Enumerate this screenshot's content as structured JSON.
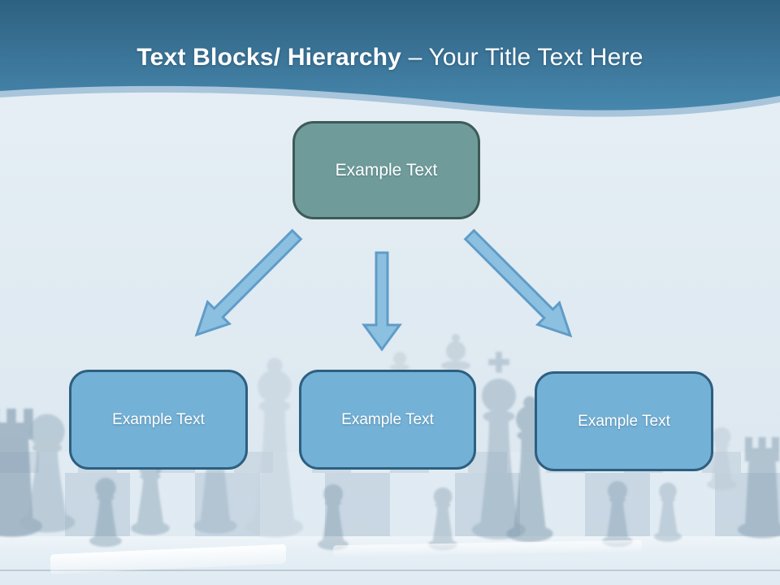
{
  "title": {
    "bold": "Text Blocks/ Hierarchy",
    "regular": "– Your Title Text Here"
  },
  "diagram": {
    "root": {
      "label": "Example Text"
    },
    "children": [
      {
        "label": "Example Text"
      },
      {
        "label": "Example Text"
      },
      {
        "label": "Example Text"
      }
    ]
  },
  "colors": {
    "header-top": "#2e6181",
    "header-bottom": "#4787ad",
    "wave-underlay": "#9dbdd6",
    "body-top": "#e7f0f6",
    "body-bottom": "#dbe6ef",
    "root-fill": "#6f9c9a",
    "root-border": "#3d5a57",
    "child-fill": "#74b1d6",
    "child-border": "#2d5f80",
    "arrow-fill": "#8cc0e0",
    "arrow-stroke": "#5f9cc8",
    "title-text": "#ffffff",
    "box-text": "#ffffff"
  }
}
